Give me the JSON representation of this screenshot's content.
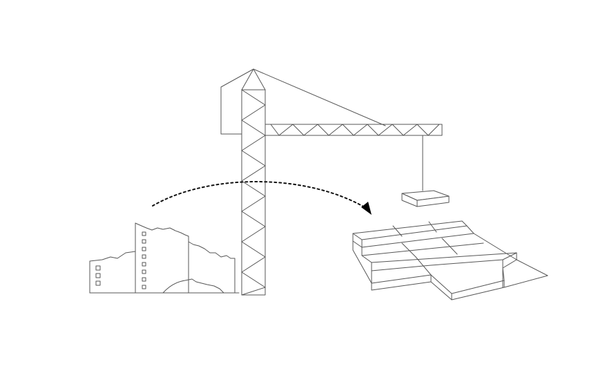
{
  "diagram": {
    "elements": [
      {
        "id": "ruined-buildings",
        "icon": "ruined-building-icon"
      },
      {
        "id": "tower-crane",
        "icon": "tower-crane-icon"
      },
      {
        "id": "suspended-slab",
        "icon": "slab-block-icon"
      },
      {
        "id": "modular-platform",
        "icon": "modular-grid-platform-icon"
      }
    ],
    "connections": [
      {
        "from": "ruined-buildings",
        "to": "modular-platform",
        "style": "dashed-arrow"
      }
    ],
    "colors": {
      "line": "#555555",
      "arrow": "#111111",
      "background": "#ffffff"
    }
  }
}
